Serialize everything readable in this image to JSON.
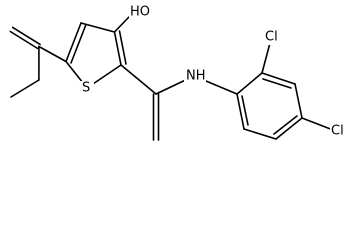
{
  "molecule": {
    "atom_labels": {
      "hydroxyl": "HO",
      "amide_nh": "NH",
      "thiophene_s": "S",
      "chlorine_ortho": "Cl",
      "chlorine_para": "Cl"
    }
  }
}
